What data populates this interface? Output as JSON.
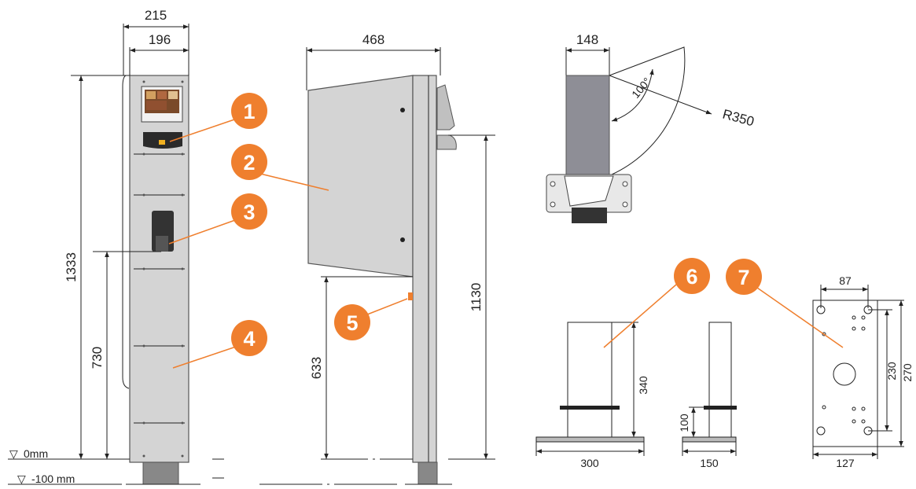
{
  "colors": {
    "callout": "#ef7f2e",
    "body": "#d4d4d4",
    "outline": "#555555",
    "dark_panel": "#8e8e96",
    "lines": "#222222"
  },
  "front_view": {
    "width_outer": "215",
    "width_inner": "196",
    "height_total": "1333",
    "socket_height": "730",
    "ground_label": "0mm",
    "ground_symbol": "▽",
    "foundation_label": "-100 mm",
    "foundation_symbol": "▽"
  },
  "side_view": {
    "depth": "468",
    "panel_height": "1130",
    "door_bottom_height": "633"
  },
  "top_view": {
    "width": "148",
    "angle": "100°",
    "radius": "R350"
  },
  "foundation_views": {
    "front_width": "300",
    "front_height": "340",
    "side_width": "150",
    "side_height": "100"
  },
  "base_plate": {
    "hole_spacing": "87",
    "width": "127",
    "inner_height": "230",
    "outer_height": "270"
  },
  "callouts": [
    "1",
    "2",
    "3",
    "4",
    "5",
    "6",
    "7"
  ]
}
